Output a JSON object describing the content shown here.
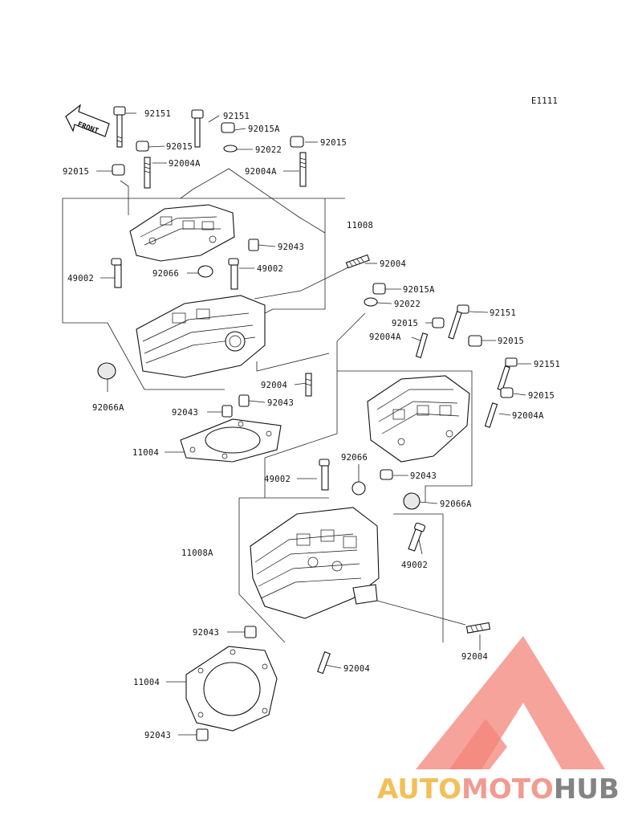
{
  "diagram_code": "E1111",
  "front_label": "FRONT",
  "watermark": {
    "text_a": "AUTO",
    "text_b": "MOTO",
    "text_c": "HUB",
    "color_a": "#f2b43c",
    "color_b": "#f08a7e",
    "color_c": "#6e6e6e",
    "triangle_color": "#f26f63"
  },
  "labels": {
    "l01": "92151",
    "l02": "92151",
    "l03": "92015A",
    "l04": "92015",
    "l05": "92022",
    "l06": "92015",
    "l07": "92015",
    "l08": "92004A",
    "l09": "92004A",
    "l10": "11008",
    "l11": "92043",
    "l12": "49002",
    "l13": "49002",
    "l14": "92066",
    "l15": "92004",
    "l16": "92015A",
    "l17": "92022",
    "l18": "92151",
    "l19": "92015",
    "l20": "92004A",
    "l21": "92015",
    "l22": "92151",
    "l23": "92015",
    "l24": "92004A",
    "l25": "92004",
    "l26": "92043",
    "l27": "92066A",
    "l28": "92043",
    "l29": "11004",
    "l30": "49002",
    "l31": "92066",
    "l32": "92043",
    "l33": "92066A",
    "l34": "11008A",
    "l35": "49002",
    "l36": "92043",
    "l37": "92004",
    "l38": "11004",
    "l39": "92004",
    "l40": "92043"
  }
}
